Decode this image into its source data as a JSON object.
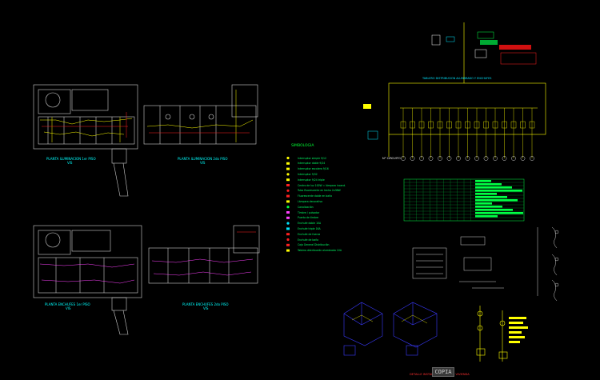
{
  "plans": {
    "p1_title": "PLANTA ILUMINACION 1er PISO",
    "p1_scale": "VIS",
    "p2_title": "PLANTA ILUMINACION 2do PISO",
    "p2_scale": "VIS",
    "p3_title": "PLANTA ENCHUFES 1er PISO",
    "p3_scale": "VIS",
    "p4_title": "PLANTA ENCHUFES 2do PISO",
    "p4_scale": "VIS"
  },
  "legend": {
    "title": "SIMBOLOGIA",
    "items": [
      "Interruptor simple 9/12",
      "Interruptor doble 9/24",
      "Interruptor escalera 9/16",
      "Interruptor 9/32",
      "Interruptor 9/24 triple",
      "Centro de luz 100W = lámpara incand.",
      "Tubo fluorescente en techo 2x36W",
      "Fluorescente doble en baño",
      "Lámpara decorativa",
      "Canalización",
      "Timbre / pulsador",
      "Puerta de timbre",
      "Enchufe doble 10A",
      "Enchufe triple 16A",
      "Enchufe de fuerza",
      "Enchufe de baño",
      "Caja General Distribución",
      "Tablero distribución alumbrado 10A"
    ]
  },
  "diagram": {
    "header": "TABLERO DISTRIBUCION ALUMBRADO Y ENCHUFES",
    "circuits_label": "N° CIRCUITO"
  },
  "bottom_title": "DETALLE INSTALACION TIPO DE VIVIENDA",
  "watermark": "COPIA",
  "colors": {
    "background": "#000000",
    "plan_line": "#cfcfcf",
    "cyan": "#00e5ff",
    "yellow": "#ffff00",
    "red": "#ff2020",
    "green": "#00ff44",
    "magenta": "#ff40ff",
    "blue": "#3a3aff"
  }
}
